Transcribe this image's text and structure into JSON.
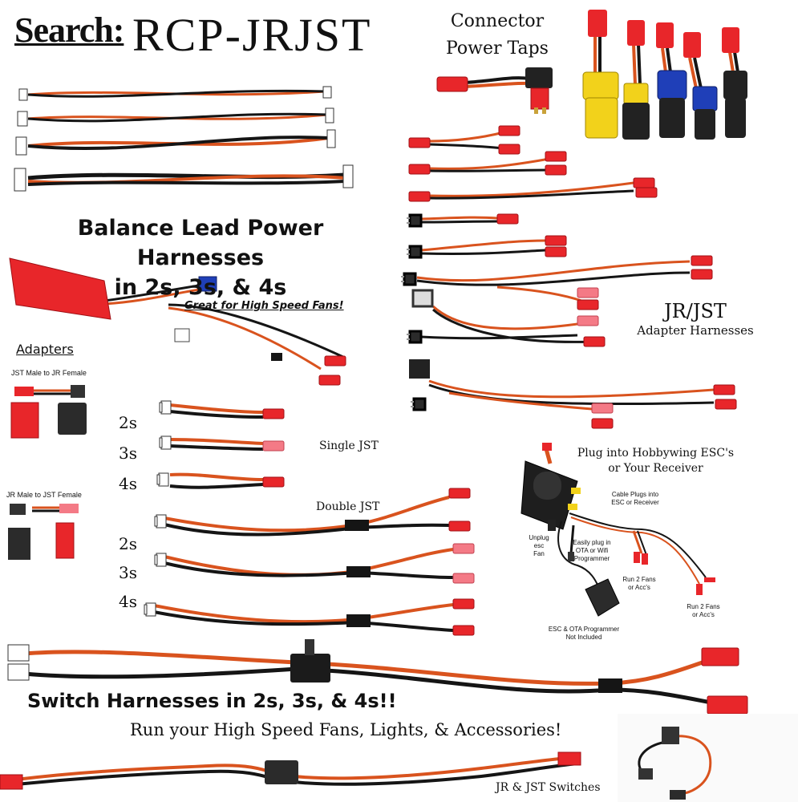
{
  "header": {
    "search_label": "Search:",
    "product_code": "RCP-JRJST"
  },
  "sections": {
    "power_taps": [
      "Connector",
      "Power Taps"
    ],
    "balance_title": [
      "Balance Lead Power Harnesses",
      "in 2s, 3s, & 4s"
    ],
    "fans_note": "Great for High Speed Fans!",
    "adapters_title": "Adapters",
    "adapter_1": "JST Male to JR Female",
    "adapter_2": "JR Male to JST Female",
    "jrjst": [
      "JR/JST",
      "Adapter Harnesses"
    ],
    "single_jst": "Single JST",
    "double_jst": "Double JST",
    "single_counts": [
      "2s",
      "3s",
      "4s"
    ],
    "double_counts": [
      "2s",
      "3s",
      "4s"
    ],
    "hobbywing": [
      "Plug into Hobbywing ESC's",
      "or Your Receiver"
    ],
    "cable_plugs": [
      "Cable Plugs into",
      "ESC or Receiver"
    ],
    "unplug": [
      "Unplug",
      "esc",
      "Fan"
    ],
    "easily": [
      "Easily plug in",
      "OTA or Wifi",
      "Programmer"
    ],
    "run_fans_1": [
      "Run 2 Fans",
      "or Acc's"
    ],
    "run_fans_2": [
      "Run 2 Fans",
      "or Acc's"
    ],
    "programmer": [
      "ESC & OTA Programmer",
      "Not Included"
    ],
    "switch_title": "Switch Harnesses in 2s, 3s, & 4s!!",
    "switch_sub": "Run your High Speed Fans, Lights, & Accessories!",
    "switches": "JR & JST Switches"
  },
  "colors": {
    "wire_red": "#d9531e",
    "wire_black": "#151515",
    "plug_red": "#e8262a",
    "plug_pink": "#f26d7d",
    "xt60_yellow": "#f2d21b",
    "ec_blue": "#1f3fb8"
  }
}
